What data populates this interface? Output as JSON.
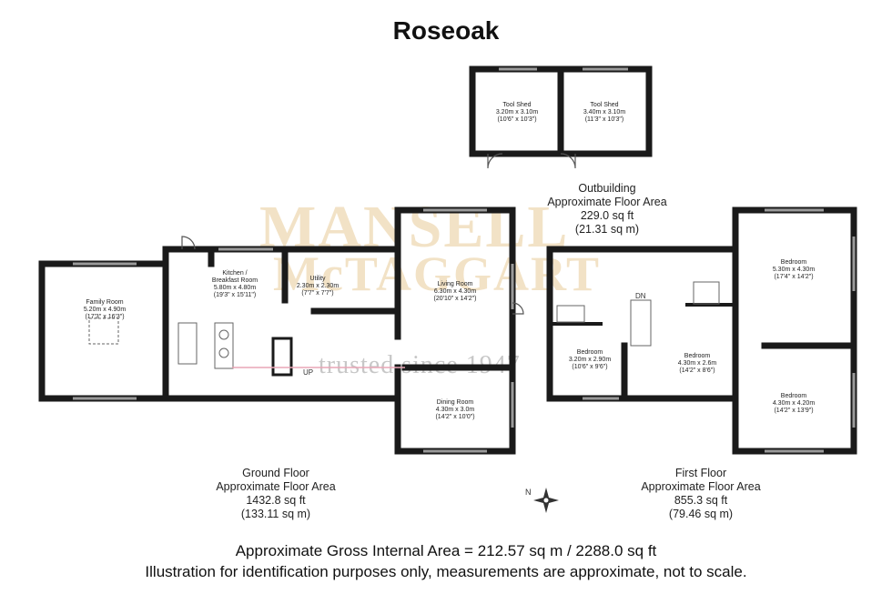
{
  "title": "Roseoak",
  "watermark": {
    "line1": "MANSELL",
    "line2": "McTAGGART",
    "tagline": "trusted since 1947"
  },
  "rooms": {
    "tool_shed_1": {
      "name": "Tool Shed",
      "metric": "3.20m x 3.10m",
      "imperial": "(10'6\" x 10'3\")"
    },
    "tool_shed_2": {
      "name": "Tool Shed",
      "metric": "3.40m x 3.10m",
      "imperial": "(11'3\" x 10'3\")"
    },
    "family_room": {
      "name": "Family Room",
      "metric": "5.20m x 4.90m",
      "imperial": "(17'3\" x 16'3\")"
    },
    "kitchen": {
      "name1": "Kitchen /",
      "name2": "Breakfast Room",
      "metric": "5.80m x 4.80m",
      "imperial": "(19'3\" x 15'11\")"
    },
    "utility": {
      "name": "Utility",
      "metric": "2.30m x 2.30m",
      "imperial": "(7'7\" x 7'7\")"
    },
    "living_room": {
      "name": "Living Room",
      "metric": "6.30m x 4.30m",
      "imperial": "(20'10\" x 14'2\")"
    },
    "dining_room": {
      "name": "Dining Room",
      "metric": "4.30m x 3.0m",
      "imperial": "(14'2\" x 10'0\")"
    },
    "bedroom_fl1": {
      "name": "Bedroom",
      "metric": "3.20m x 2.90m",
      "imperial": "(10'6\" x 9'6\")"
    },
    "bedroom_fl2": {
      "name": "Bedroom",
      "metric": "4.30m x 2.6m",
      "imperial": "(14'2\" x 8'6\")"
    },
    "bedroom_fl3": {
      "name": "Bedroom",
      "metric": "5.30m x 4.30m",
      "imperial": "(17'4\" x 14'2\")"
    },
    "bedroom_fl4": {
      "name": "Bedroom",
      "metric": "4.30m x 4.20m",
      "imperial": "(14'2\" x 13'9\")"
    }
  },
  "markers": {
    "up": "UP",
    "down": "DN",
    "north": "N"
  },
  "outbuilding": {
    "name": "Outbuilding",
    "label": "Approximate Floor Area",
    "sqft": "229.0 sq ft",
    "sqm": "(21.31 sq m)"
  },
  "ground_floor": {
    "name": "Ground Floor",
    "label": "Approximate Floor Area",
    "sqft": "1432.8 sq ft",
    "sqm": "(133.11 sq m)"
  },
  "first_floor": {
    "name": "First Floor",
    "label": "Approximate Floor Area",
    "sqft": "855.3 sq ft",
    "sqm": "(79.46 sq m)"
  },
  "footer": {
    "gross": "Approximate Gross Internal Area = 212.57 sq m / 2288.0 sq ft",
    "disclaimer": "Illustration for identification purposes only, measurements are approximate, not to scale."
  },
  "colors": {
    "wall": "#1a1a1a",
    "window": "#9a9a9a",
    "watermark": "#e8cc99"
  }
}
